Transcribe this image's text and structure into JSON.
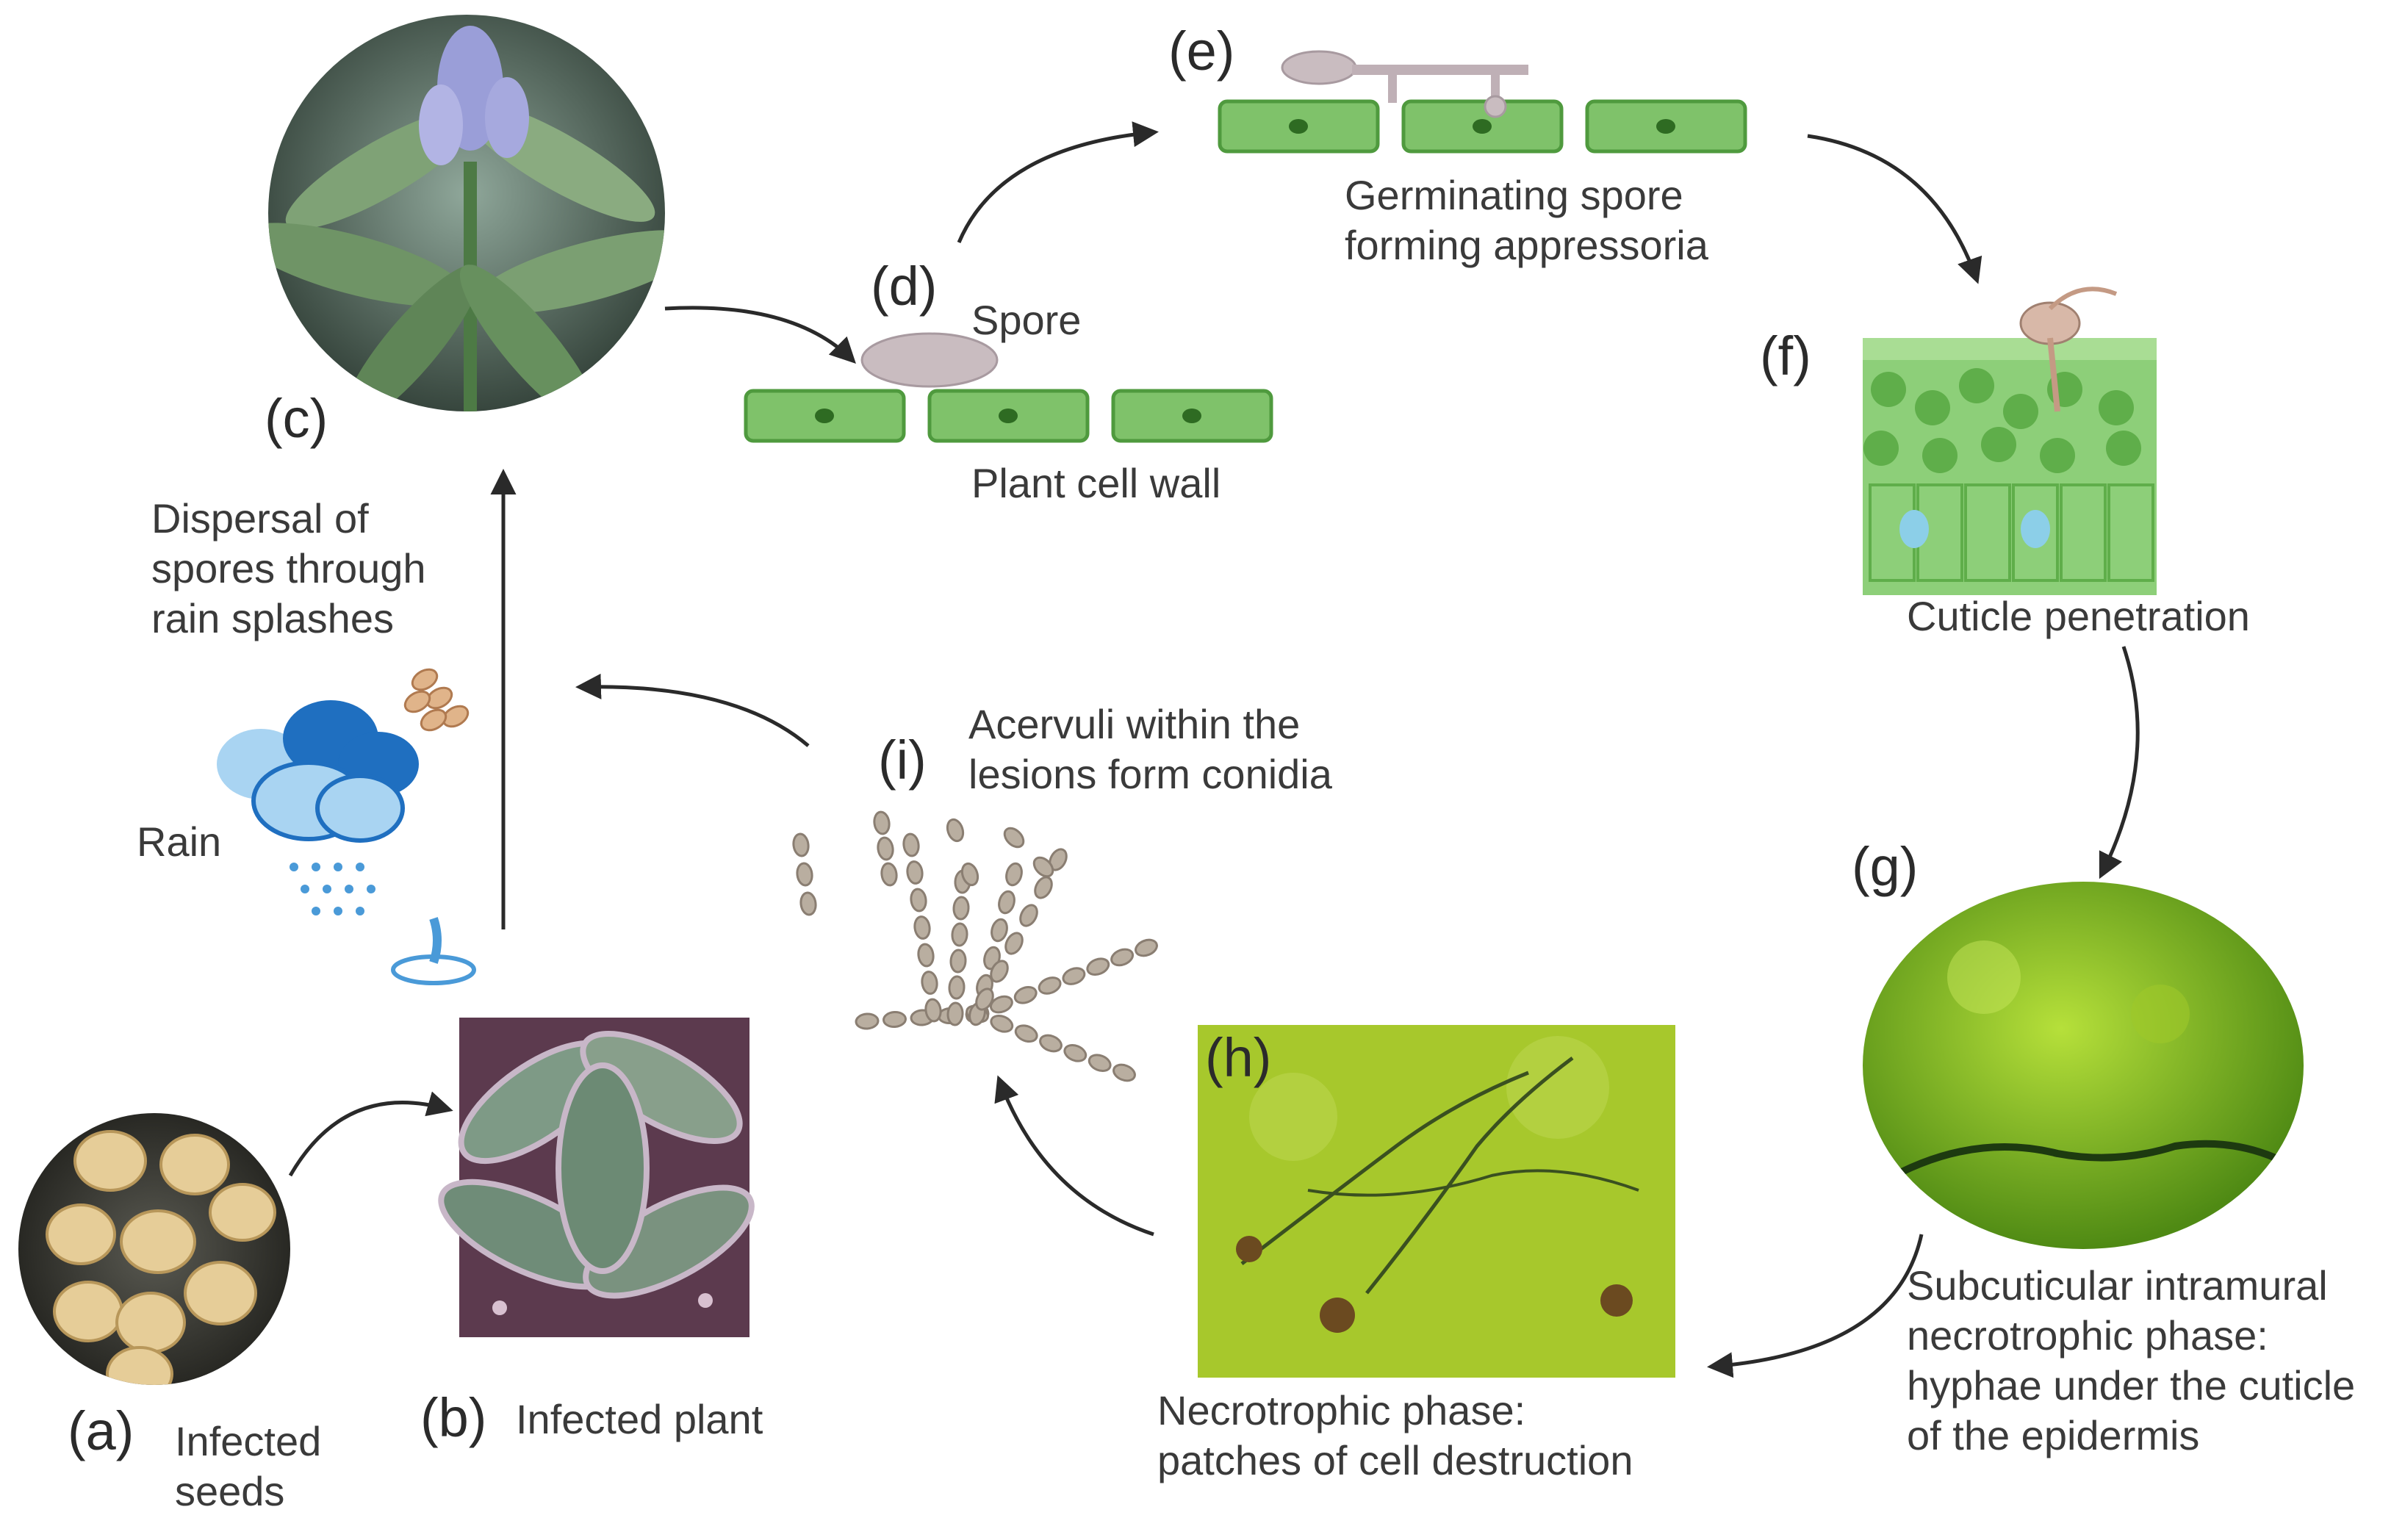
{
  "stages": [
    {
      "id": "a",
      "tag": "(a)",
      "caption": [
        "Infected",
        "seeds"
      ]
    },
    {
      "id": "b",
      "tag": "(b)",
      "caption": [
        "Infected plant"
      ]
    },
    {
      "id": "c",
      "tag": "(c)",
      "caption": []
    },
    {
      "id": "d",
      "tag": "(d)",
      "caption": []
    },
    {
      "id": "e",
      "tag": "(e)",
      "caption": [
        "Germinating spore",
        "forming appressoria"
      ]
    },
    {
      "id": "f",
      "tag": "(f)",
      "caption": [
        "Cuticle penetration"
      ]
    },
    {
      "id": "g",
      "tag": "(g)",
      "caption": [
        "Subcuticular intramural",
        "necrotrophic phase:",
        "hyphae under the cuticle",
        "of the epidermis"
      ]
    },
    {
      "id": "h",
      "tag": "(h)",
      "caption": [
        "Necrotrophic phase:",
        "patches of cell destruction"
      ]
    },
    {
      "id": "i",
      "tag": "(i)",
      "caption": [
        "Acervuli within the",
        "lesions form conidia"
      ]
    }
  ],
  "labels": {
    "spore": "Spore",
    "plant_cell_wall": "Plant cell wall",
    "rain": "Rain",
    "dispersal": [
      "Dispersal of",
      "spores through",
      "rain splashes"
    ]
  },
  "colors": {
    "cell_fill": "#7fc26a",
    "cell_stroke": "#4f9a3e",
    "nucleus": "#2e6b22",
    "spore": "#c9bcc0",
    "arrow": "#2a2a2a",
    "cloud_dark": "#1f6fc0",
    "cloud_light": "#a9d4f2",
    "micro_green": "#8cbf1e"
  }
}
